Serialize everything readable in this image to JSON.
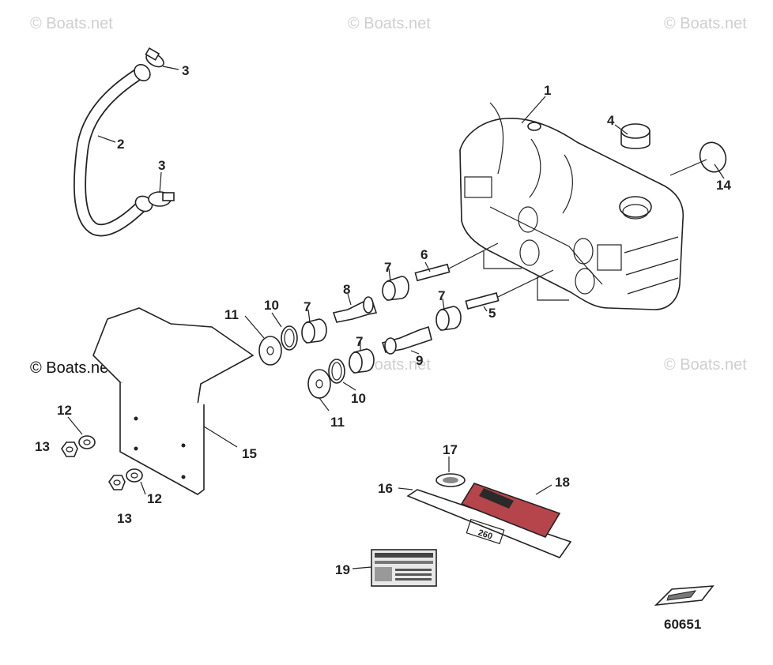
{
  "watermarks": {
    "top_left": "© Boats.net",
    "top_center": "© Boats.net",
    "top_right": "© Boats.net",
    "mid_left": "© Boats.net",
    "mid_center": "© Boats.net",
    "mid_right": "© Boats.net"
  },
  "callouts": {
    "c1": "1",
    "c2": "2",
    "c3a": "3",
    "c3b": "3",
    "c4": "4",
    "c5": "5",
    "c6": "6",
    "c7a": "7",
    "c7b": "7",
    "c7c": "7",
    "c7d": "7",
    "c8": "8",
    "c9": "9",
    "c10a": "10",
    "c10b": "10",
    "c11a": "11",
    "c11b": "11",
    "c12a": "12",
    "c12b": "12",
    "c13a": "13",
    "c13b": "13",
    "c14": "14",
    "c15": "15",
    "c16": "16",
    "c17": "17",
    "c18": "18",
    "c19": "19"
  },
  "decal_text": {
    "model": "260"
  },
  "figure_number": "60651",
  "colors": {
    "line": "#222222",
    "watermark": "#cfcfcf",
    "decal_red": "#b5454a",
    "decal_dark": "#2a2a2a"
  }
}
